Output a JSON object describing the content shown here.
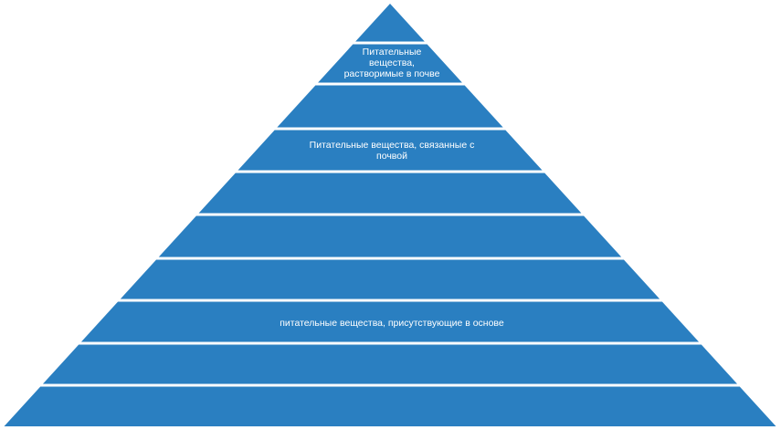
{
  "pyramid": {
    "fill_color": "#2a7fc1",
    "divider_color": "#ffffff",
    "level_count": 10,
    "labels": {
      "top": "Питательные вещества, растворимые в почве",
      "middle": "Питательные вещества, связанные с почвой",
      "bottom": "питательные вещества, присутствующие в основе"
    }
  }
}
